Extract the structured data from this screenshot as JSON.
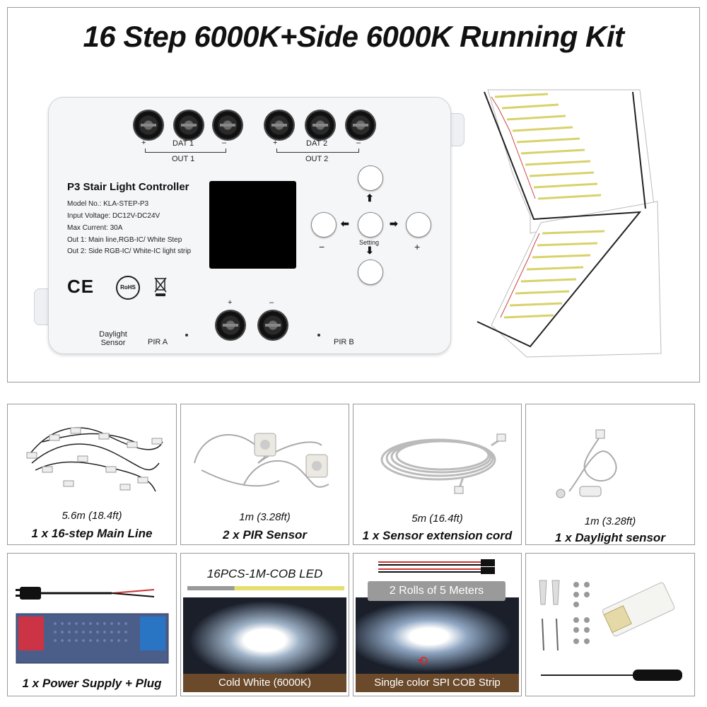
{
  "title": "16 Step 6000K+Side 6000K Running Kit",
  "controller": {
    "name": "P3 Stair Light Controller",
    "specs": [
      "Model No.: KLA-STEP-P3",
      "Input Voltage: DC12V-DC24V",
      "Max Current: 30A",
      "Out 1: Main line,RGB-IC/ White Step",
      "Out 2: Side RGB-IC/ White-IC light strip"
    ],
    "dat1": "DAT 1",
    "dat2": "DAT 2",
    "out1": "OUT 1",
    "out2": "OUT 2",
    "plus": "+",
    "minus": "−",
    "minus_small": "–",
    "setting": "Setting",
    "daylight_sensor": "Daylight Sensor",
    "pir_a": "PIR A",
    "pir_b": "PIR B",
    "ce": "CE",
    "rohs": "RoHS"
  },
  "items": [
    {
      "length": "5.6m (18.4ft)",
      "label": "1 x 16-step Main Line"
    },
    {
      "length": "1m (3.28ft)",
      "label": "2 x PIR Sensor"
    },
    {
      "length": "5m (16.4ft)",
      "label": "1 x Sensor extension cord"
    },
    {
      "length": "1m (3.28ft)",
      "label": "1 x Daylight sensor"
    },
    {
      "label": "1 x Power Supply + Plug"
    },
    {
      "top": "16PCS-1M-COB LED",
      "banner": "Cold White (6000K)"
    },
    {
      "top": "2 Rolls of 5 Meters",
      "banner": "Single color SPI COB Strip"
    },
    {
      "label": ""
    }
  ]
}
